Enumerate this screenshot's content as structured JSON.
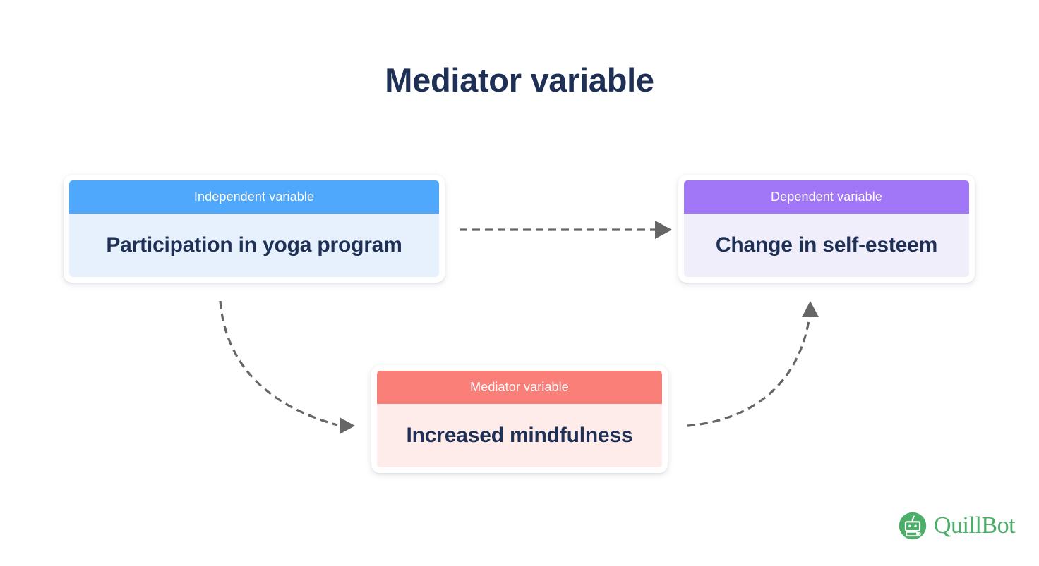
{
  "title": "Mediator variable",
  "theme": {
    "background": "#ffffff",
    "title_color": "#1e3055",
    "body_text_color": "#1e3055",
    "arrow_color": "#666666",
    "logo_green": "#4caf69"
  },
  "cards": {
    "independent": {
      "header": "Independent variable",
      "body": "Participation in yoga program",
      "header_color": "#4fa8fb",
      "body_color": "#e7f1fd"
    },
    "dependent": {
      "header": "Dependent variable",
      "body": "Change in self-esteem",
      "header_color": "#a277f7",
      "body_color": "#f1eefc"
    },
    "mediator": {
      "header": "Mediator variable",
      "body": "Increased mindfulness",
      "header_color": "#fb7f79",
      "body_color": "#fdecea"
    }
  },
  "arrows": [
    {
      "name": "independent-to-dependent",
      "style": "dashed-straight",
      "direction": "right"
    },
    {
      "name": "independent-to-mediator",
      "style": "dashed-curved",
      "direction": "right"
    },
    {
      "name": "mediator-to-dependent",
      "style": "dashed-curved",
      "direction": "up"
    }
  ],
  "logo": {
    "wordmark": "QuillBot",
    "mark": "quillbot-robot-icon"
  }
}
